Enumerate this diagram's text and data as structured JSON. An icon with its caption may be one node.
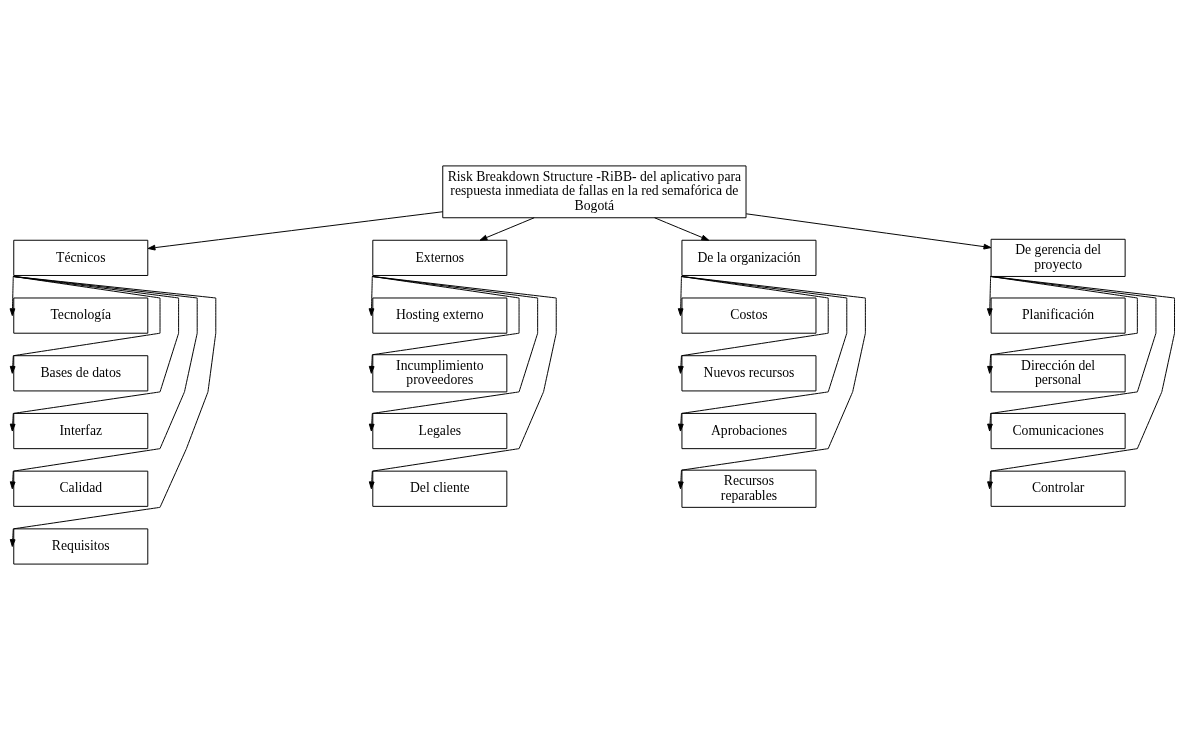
{
  "diagram": {
    "nodes": [
      {
        "text": [
          "Risk Breakdown Structure -RiBB- del aplicativo para respuesta inmediata de fallas en la red semafórica de Bogotá"
        ]
      },
      {
        "text": [
          "Técnicos"
        ]
      },
      {
        "text": [
          "Externos"
        ]
      },
      {
        "text": [
          "De la organización"
        ]
      },
      {
        "text": [
          "De gerencia del proyecto"
        ]
      },
      {
        "text": [
          "Tecnología"
        ]
      },
      {
        "text": [
          "Bases de datos"
        ]
      },
      {
        "text": [
          "Interfaz"
        ]
      },
      {
        "text": [
          "Calidad"
        ]
      },
      {
        "text": [
          "Requisitos"
        ]
      },
      {
        "text": [
          "Hosting externo"
        ]
      },
      {
        "text": [
          "Incumplimiento proveedores"
        ]
      },
      {
        "text": [
          "Legales"
        ]
      },
      {
        "text": [
          "Del cliente"
        ]
      },
      {
        "text": [
          "Costos"
        ]
      },
      {
        "text": [
          "Nuevos recursos"
        ]
      },
      {
        "text": [
          "Aprobaciones"
        ]
      },
      {
        "text": [
          "Recursos reparables"
        ]
      },
      {
        "text": [
          "Planificación"
        ]
      },
      {
        "text": [
          "Dirección del personal"
        ]
      },
      {
        "text": [
          "Comunicaciones"
        ]
      },
      {
        "text": [
          "Controlar"
        ]
      }
    ],
    "edges": [
      {
        "from": 0,
        "to": 1,
        "arrow": "to"
      },
      {
        "from": 0,
        "to": 2,
        "arrow": "to"
      },
      {
        "from": 0,
        "to": 3,
        "arrow": "to"
      },
      {
        "from": 0,
        "to": 4,
        "arrow": "to"
      },
      {
        "from": 1,
        "to": 5,
        "arrow": "to"
      },
      {
        "from": 1,
        "to": 6,
        "arrow": "to"
      },
      {
        "from": 1,
        "to": 7,
        "arrow": "to"
      },
      {
        "from": 1,
        "to": 8,
        "arrow": "to"
      },
      {
        "from": 1,
        "to": 9,
        "arrow": "to"
      },
      {
        "from": 2,
        "to": 10,
        "arrow": "to"
      },
      {
        "from": 2,
        "to": 11,
        "arrow": "to"
      },
      {
        "from": 2,
        "to": 12,
        "arrow": "to"
      },
      {
        "from": 2,
        "to": 13,
        "arrow": "to"
      },
      {
        "from": 3,
        "to": 14,
        "arrow": "to"
      },
      {
        "from": 3,
        "to": 15,
        "arrow": "to"
      },
      {
        "from": 3,
        "to": 16,
        "arrow": "to"
      },
      {
        "from": 3,
        "to": 17,
        "arrow": "to"
      },
      {
        "from": 4,
        "to": 18,
        "arrow": "to"
      },
      {
        "from": 4,
        "to": 19,
        "arrow": "to"
      },
      {
        "from": 4,
        "to": 20,
        "arrow": "to"
      },
      {
        "from": 4,
        "to": 21,
        "arrow": "to"
      }
    ]
  }
}
